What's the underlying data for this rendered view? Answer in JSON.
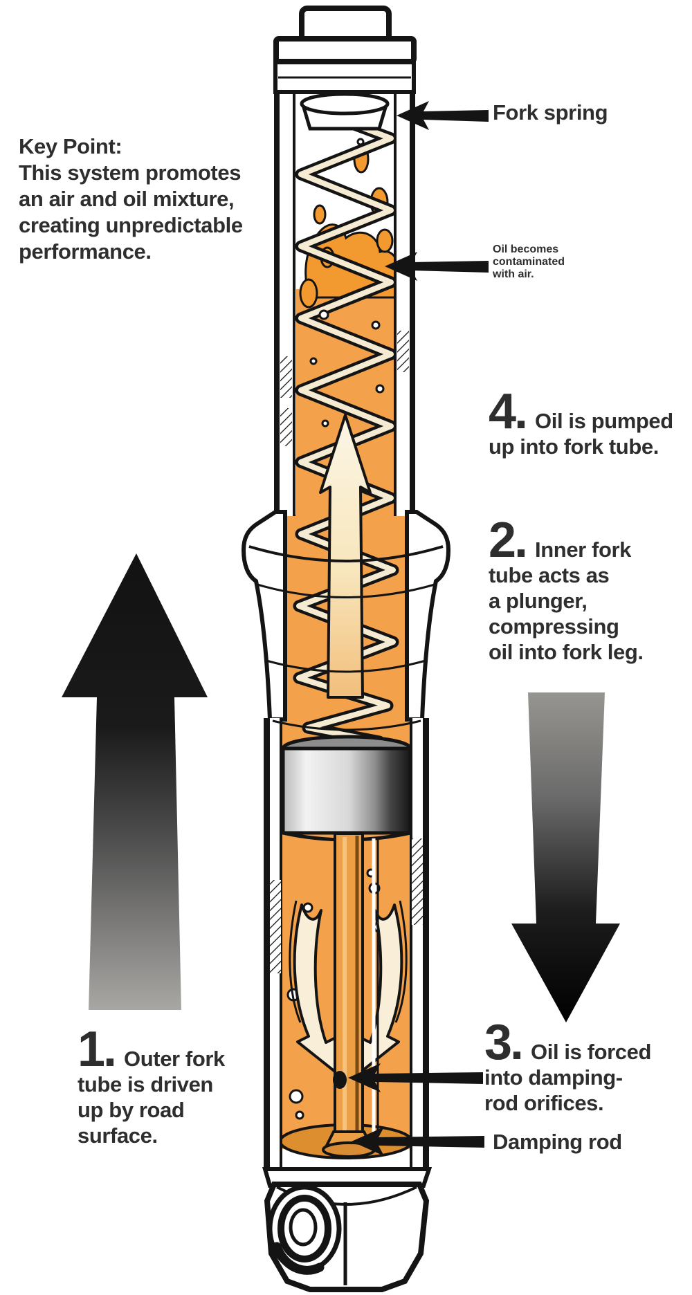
{
  "title": "Damping-rod fork oil flow diagram",
  "palette": {
    "oil": "#F4A14B",
    "oil_deep": "#DD8E2F",
    "splash": "#F2992F",
    "cream_arrow": "#F9EFD8",
    "ink": "#141414",
    "text": "#2e2e2e"
  },
  "key_point": {
    "heading": "Key Point:",
    "lines": [
      "This system promotes",
      "an air and oil mixture,",
      "creating unpredictable",
      "performance."
    ]
  },
  "labels": {
    "fork_spring": "Fork spring",
    "oil_contaminated": {
      "lines": [
        "Oil becomes",
        "contaminated",
        "with air."
      ]
    },
    "damping_rod": "Damping rod"
  },
  "steps": {
    "s1": {
      "num": "1.",
      "lines": [
        "Outer fork",
        "tube is driven",
        "up by road",
        "surface."
      ]
    },
    "s2": {
      "num": "2.",
      "lines": [
        "Inner fork",
        "tube acts as",
        "a plunger,",
        "compressing",
        "oil into fork leg."
      ]
    },
    "s3": {
      "num": "3.",
      "lines": [
        "Oil is forced",
        "into damping-",
        "rod orifices."
      ]
    },
    "s4": {
      "num": "4.",
      "lines": [
        "Oil is pumped",
        "up into fork tube."
      ]
    }
  }
}
